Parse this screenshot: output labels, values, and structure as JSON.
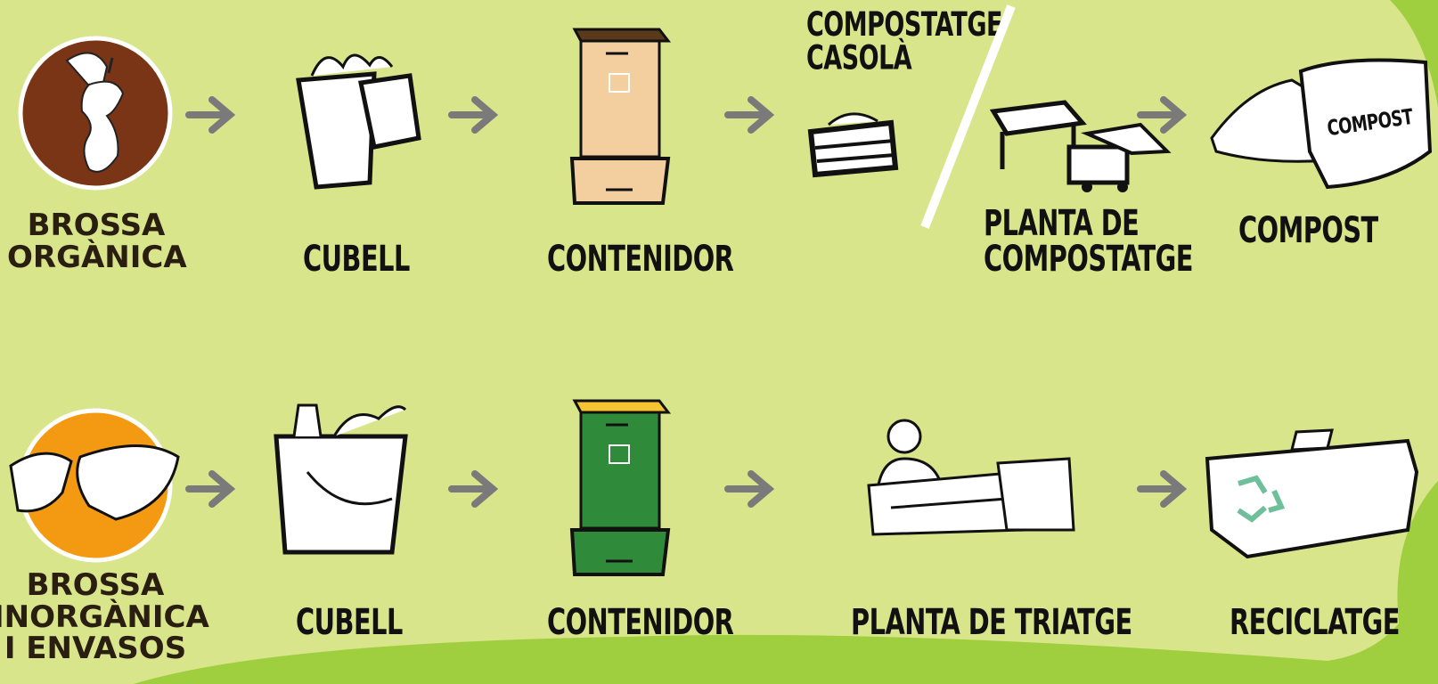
{
  "colors": {
    "background_light": "#d8e58a",
    "background_edge": "#9fcf3f",
    "arrow": "#7a7a7a",
    "organic_circle": "#7a3516",
    "inorganic_circle": "#f39a12",
    "container_organic": "#f3cfa0",
    "container_inorganic": "#2f8a3a",
    "text": "#111111"
  },
  "top_row": {
    "start": {
      "label_line1": "BROSSA",
      "label_line2": "ORGÀNICA",
      "icon": "apple-core-icon"
    },
    "step1": {
      "label": "CUBELL",
      "icon": "bucket-icon"
    },
    "step2": {
      "label": "CONTENIDOR",
      "icon": "brown-container-icon"
    },
    "branch_home": {
      "label_line1": "COMPOSTATGE",
      "label_line2": "CASOLÀ",
      "icon": "compost-bin-icon"
    },
    "branch_plant": {
      "label_line1": "PLANTA DE",
      "label_line2": "COMPOSTATGE",
      "icon": "composting-plant-icon"
    },
    "end": {
      "label": "COMPOST",
      "bag_text": "COMPOST",
      "icon": "compost-bag-icon"
    }
  },
  "bottom_row": {
    "start": {
      "label_line1": "BROSSA",
      "label_line2": "INORGÀNICA",
      "label_line3": "I ENVASOS",
      "icon": "broken-packaging-icon"
    },
    "step1": {
      "label": "CUBELL",
      "icon": "bucket-icon"
    },
    "step2": {
      "label": "CONTENIDOR",
      "icon": "green-container-icon"
    },
    "step3": {
      "label": "PLANTA DE TRIATGE",
      "icon": "sorting-plant-icon"
    },
    "end": {
      "label": "RECICLATGE",
      "icon": "recycling-crate-icon"
    }
  }
}
